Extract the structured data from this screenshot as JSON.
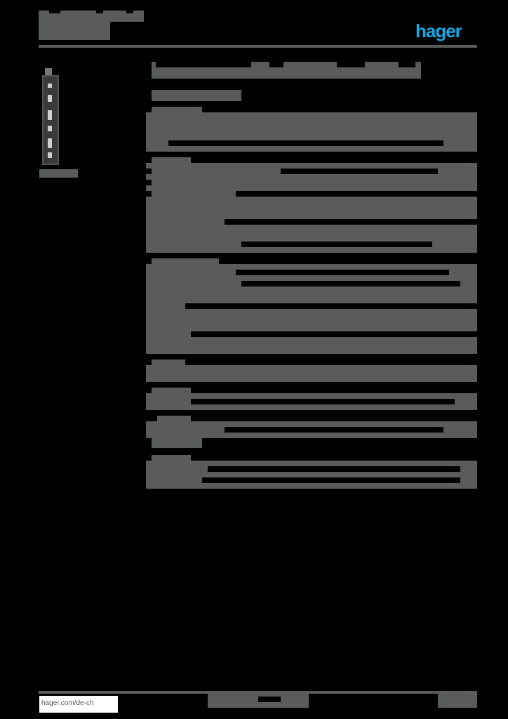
{
  "header": {
    "title_lines": [
      "",
      "",
      ""
    ],
    "logo_text": "hager",
    "logo_color": "#17a8e3"
  },
  "product_image": {
    "alt": "product-image",
    "caption": ""
  },
  "main": {
    "title": "",
    "subtitle": "",
    "sections": [
      {
        "heading": "",
        "rows": [
          "",
          "",
          "",
          ""
        ]
      },
      {
        "heading": "",
        "rows": [
          "",
          "",
          "",
          "",
          "",
          "",
          "",
          "",
          ""
        ]
      },
      {
        "heading": "",
        "rows": [
          "",
          "",
          "",
          "",
          "",
          "",
          ""
        ]
      },
      {
        "heading": "",
        "rows": [
          "",
          ""
        ]
      },
      {
        "heading": "",
        "rows": [
          "",
          ""
        ]
      },
      {
        "heading": "",
        "rows": [
          "",
          "",
          ""
        ]
      },
      {
        "heading": "",
        "rows": [
          "",
          "",
          ""
        ]
      }
    ]
  },
  "footer": {
    "link": "hager.com/de-ch",
    "center_text": "",
    "page": ""
  },
  "colors": {
    "text_block": "#5a5b5b",
    "background": "#000000",
    "brand": "#17a8e3"
  }
}
